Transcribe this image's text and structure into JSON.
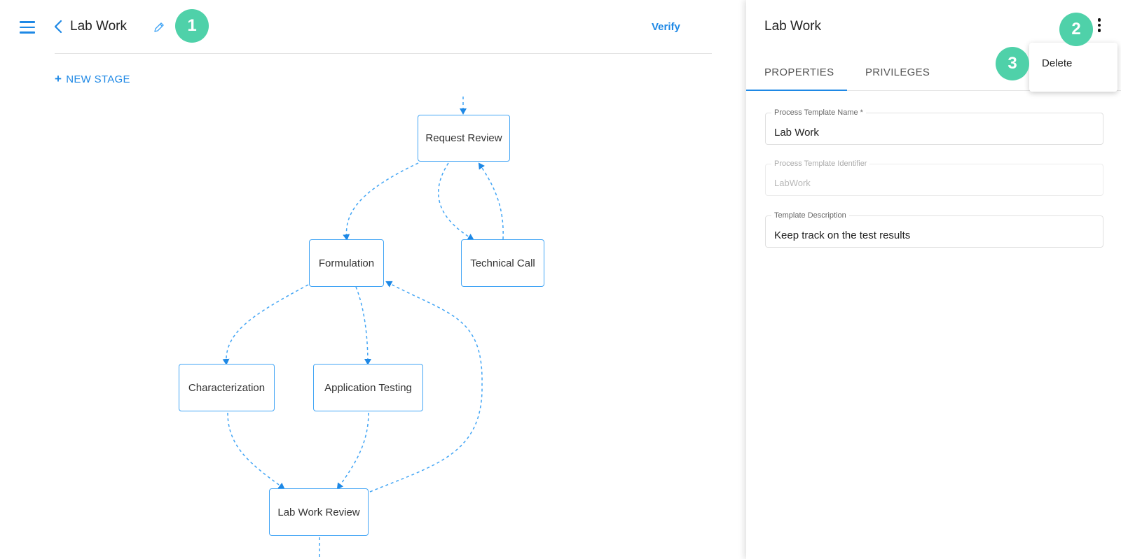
{
  "header": {
    "title": "Lab Work",
    "verify_label": "Verify",
    "new_stage_label": "NEW STAGE"
  },
  "badges": [
    "1",
    "2",
    "3"
  ],
  "flow": {
    "nodes": [
      {
        "id": "request-review",
        "label": "Request Review"
      },
      {
        "id": "formulation",
        "label": "Formulation"
      },
      {
        "id": "technical-call",
        "label": "Technical Call"
      },
      {
        "id": "characterization",
        "label": "Characterization"
      },
      {
        "id": "application-testing",
        "label": "Application Testing"
      },
      {
        "id": "lab-work-review",
        "label": "Lab Work Review"
      }
    ]
  },
  "panel": {
    "title": "Lab Work",
    "tabs": [
      {
        "label": "PROPERTIES",
        "active": true
      },
      {
        "label": "PRIVILEGES",
        "active": false
      }
    ],
    "fields": [
      {
        "label": "Process Template Name *",
        "value": "Lab Work",
        "disabled": false
      },
      {
        "label": "Process Template Identifier",
        "value": "LabWork",
        "disabled": true
      },
      {
        "label": "Template Description",
        "value": "Keep track on the test results",
        "disabled": false
      }
    ],
    "menu": {
      "items": [
        "Delete"
      ]
    }
  },
  "colors": {
    "accent": "#1e88e5",
    "node_border": "#42a5f5",
    "badge": "#4fd1a9"
  },
  "icons": [
    "menu-icon",
    "back-arrow-icon",
    "pencil-icon",
    "more-vert-icon",
    "plus-icon"
  ]
}
